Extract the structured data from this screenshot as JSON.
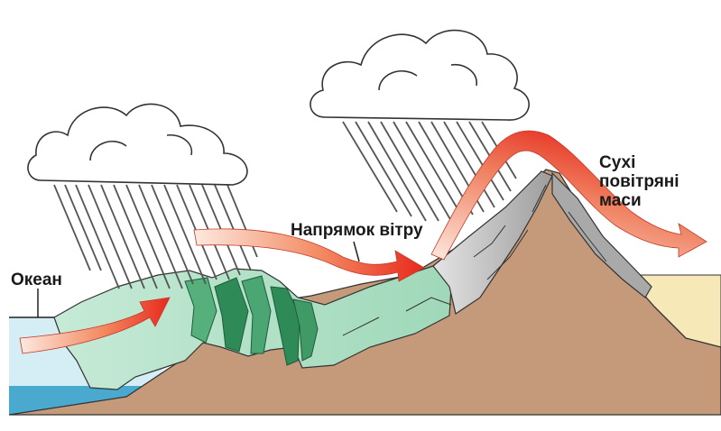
{
  "labels": {
    "ocean": "Океан",
    "wind_direction": "Напрямок вітру",
    "dry_air_line1": "Сухі",
    "dry_air_line2": "повітряні",
    "dry_air_line3": "маси"
  },
  "colors": {
    "ocean": "#cfe9f2",
    "ocean_band": "#3aa0c8",
    "ground": "#c49a7a",
    "vegetation": "#a8dcc0",
    "vegetation_dark": "#2f8a55",
    "rock": "#b9b9b9",
    "desert": "#f7e7b5",
    "cloud": "#ffffff",
    "rain": "#555555",
    "arrow_start": "#fbe3d6",
    "arrow_end": "#e8291c"
  }
}
